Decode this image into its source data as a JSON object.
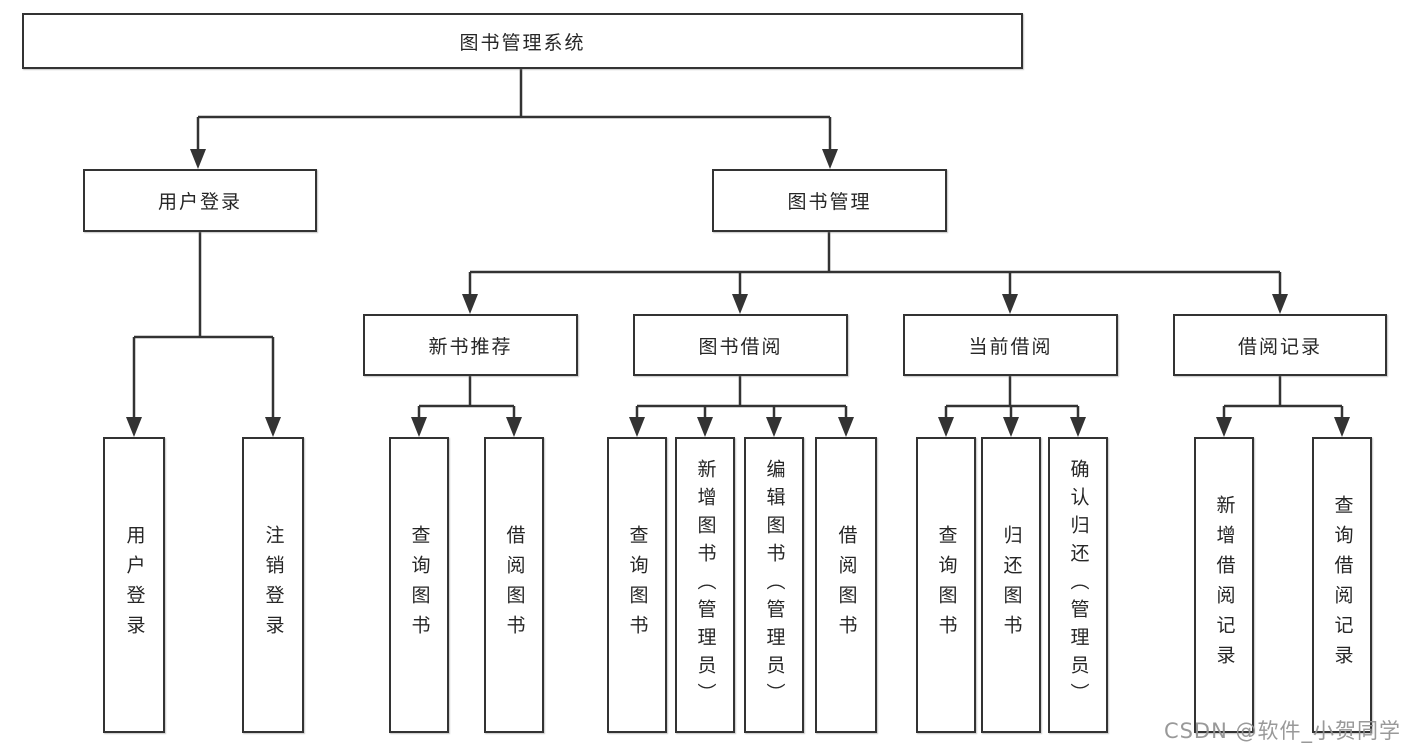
{
  "nodes": {
    "root": "图书管理系统",
    "user_login": "用户登录",
    "book_mgmt": "图书管理",
    "new_book_rec": "新书推荐",
    "book_borrow": "图书借阅",
    "current_borrow": "当前借阅",
    "borrow_records": "借阅记录",
    "leaves": {
      "login": [
        "用户登录",
        "注销登录"
      ],
      "new_book": [
        "查询图书",
        "借阅图书"
      ],
      "borrow": [
        "查询图书",
        "新增图书（管理员）",
        "编辑图书（管理员）",
        "借阅图书"
      ],
      "current": [
        "查询图书",
        "归还图书",
        "确认归还（管理员）"
      ],
      "records": [
        "新增借阅记录",
        "查询借阅记录"
      ]
    }
  },
  "watermark": {
    "text": "CSDN @软件_小贺同学",
    "color": "#949494"
  },
  "colors": {
    "line": "#333333",
    "box_border": "#333333",
    "text": "#262626",
    "background": "#ffffff"
  }
}
